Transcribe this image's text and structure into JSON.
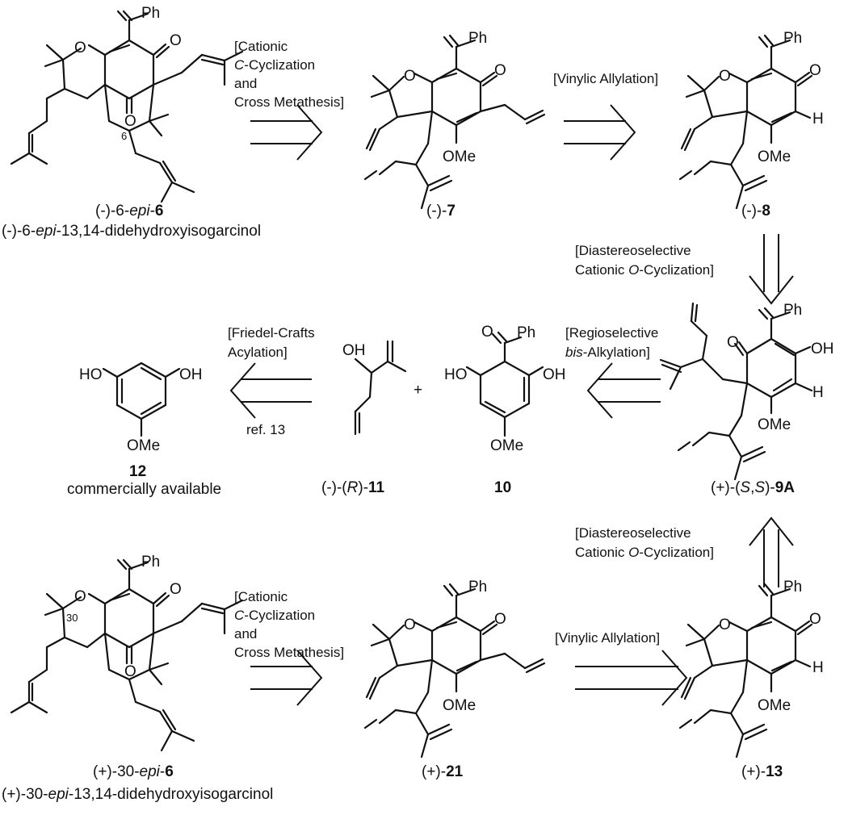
{
  "compounds": {
    "c6": {
      "label_pre": "(-)-6-",
      "label_epi": "epi",
      "label_dash": "-",
      "label_num": "6",
      "name_pre": "(-)-6-",
      "name_epi": "epi",
      "name_post": "-13,14-didehydroxyisogarcinol",
      "stereo_tag": "6"
    },
    "c7": {
      "label_pre": "(-)-",
      "label_num": "7"
    },
    "c8": {
      "label_pre": "(-)-",
      "label_num": "8"
    },
    "c9A": {
      "label_pre": "(+)-(",
      "label_s1": "S",
      "label_comma": ",",
      "label_s2": "S",
      "label_close": ")-",
      "label_num": "9A"
    },
    "c10": {
      "label_num": "10"
    },
    "c11": {
      "label_pre": "(-)-(",
      "label_r": "R",
      "label_close": ")-",
      "label_num": "11"
    },
    "c12": {
      "label_num": "12",
      "note": "commercially available"
    },
    "c30": {
      "label_pre": "(+)-30-",
      "label_epi": "epi",
      "label_dash": "-",
      "label_num": "6",
      "name_pre": "(+)-30-",
      "name_epi": "epi",
      "name_post": "-13,14-didehydroxyisogarcinol",
      "stereo_tag": "30"
    },
    "c21": {
      "label_pre": "(+)-",
      "label_num": "21"
    },
    "c13": {
      "label_pre": "(+)-",
      "label_num": "13"
    }
  },
  "atoms": {
    "Ph": "Ph",
    "O": "O",
    "OMe": "OMe",
    "OH": "OH",
    "HO": "HO",
    "H": "H",
    "plus": "+"
  },
  "conditions": {
    "top1": {
      "l1": "[Cationic",
      "l2a": "C",
      "l2b": "-Cyclization",
      "l3": "and",
      "l4": "Cross Metathesis]"
    },
    "top2": {
      "l1": "[Vinylic Allylation]"
    },
    "down1": {
      "l1": "[Diastereoselective",
      "l2a": "Cationic ",
      "l2b": "O",
      "l2c": "-Cyclization]"
    },
    "mid1": {
      "l1": "[Regioselective",
      "l2a": "bis",
      "l2b": "-Alkylation]"
    },
    "mid2": {
      "l1": "[Friedel-Crafts",
      "l2": "Acylation]",
      "l3": "ref. 13"
    },
    "up1": {
      "l1": "[Diastereoselective",
      "l2a": "Cationic ",
      "l2b": "O",
      "l2c": "-Cyclization]"
    },
    "bot1": {
      "l1": "[Cationic",
      "l2a": "C",
      "l2b": "-Cyclization",
      "l3": "and",
      "l4": "Cross Metathesis]"
    },
    "bot2": {
      "l1": "[Vinylic Allylation]"
    }
  }
}
